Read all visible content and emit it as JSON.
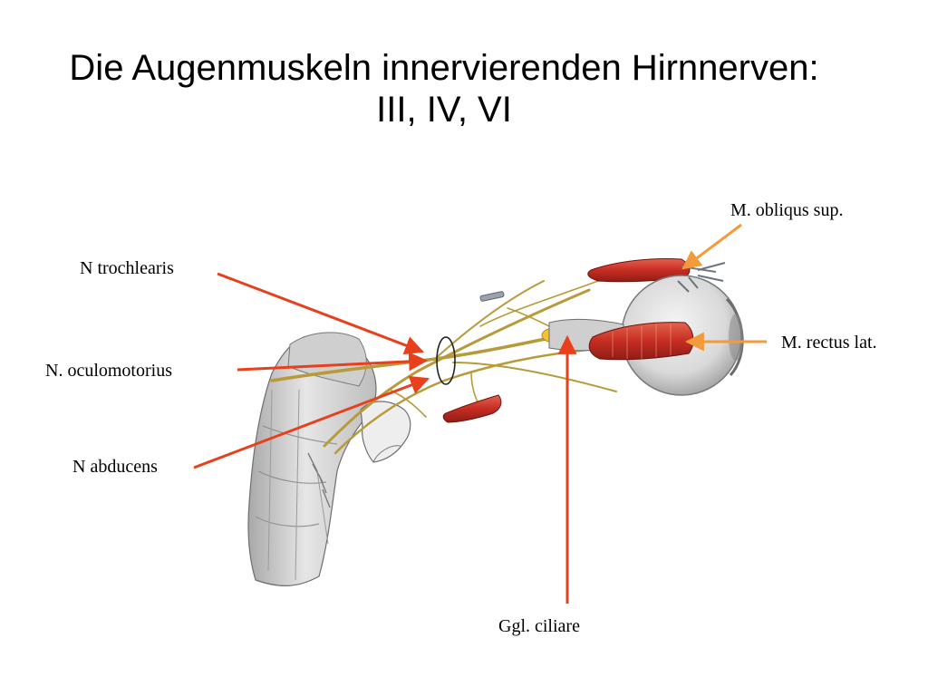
{
  "slide": {
    "title_line1": "Die Augenmuskeln innervierenden Hirnnerven:",
    "title_line2": "III, IV, VI"
  },
  "labels": {
    "trochlearis": "N trochlearis",
    "oculomotorius": "N. oculomotorius",
    "abducens": "N abducens",
    "obliquus_sup": "M. obliqus sup.",
    "rectus_lat": "M. rectus lat.",
    "ggl_ciliare": "Ggl. ciliare"
  },
  "colors": {
    "left_pointer": "#e8401c",
    "right_pointer": "#f39a3a",
    "nerve": "#b89a3a",
    "muscle": "#c9352a",
    "brainstem": "#d8d8d8"
  }
}
